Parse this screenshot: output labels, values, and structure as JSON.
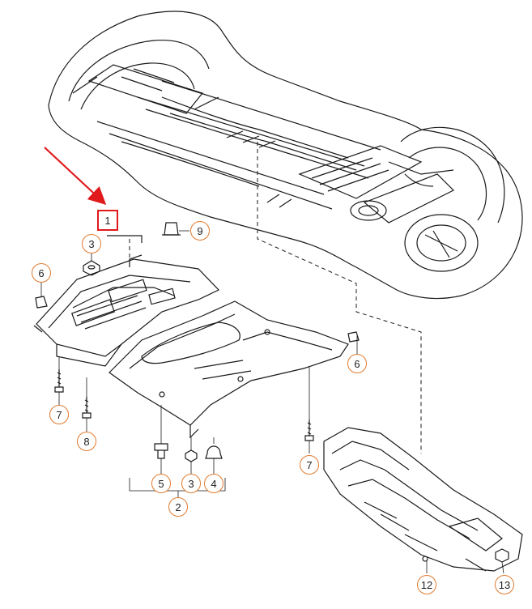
{
  "callouts": {
    "c1": "1",
    "c2": "2",
    "c3a": "3",
    "c3b": "3",
    "c4": "4",
    "c5": "5",
    "c6a": "6",
    "c6b": "6",
    "c7a": "7",
    "c7b": "7",
    "c8": "8",
    "c9": "9",
    "c12": "12",
    "c13": "13"
  },
  "colors": {
    "line": "#1a1a1a",
    "callout_ring": "#e07a2e",
    "highlight": "#e0191b"
  }
}
